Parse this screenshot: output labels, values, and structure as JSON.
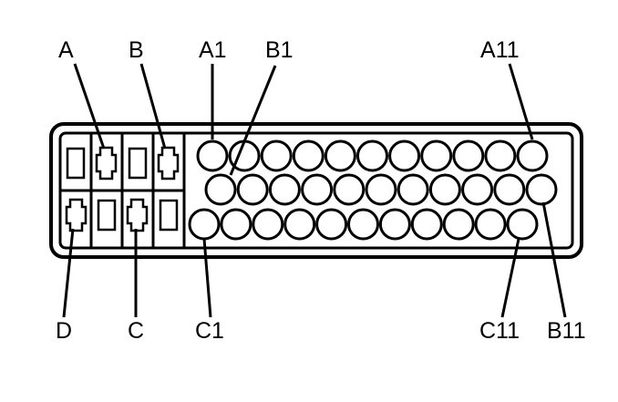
{
  "labels": {
    "A": "A",
    "B": "B",
    "A1": "A1",
    "B1": "B1",
    "A11": "A11",
    "D": "D",
    "C": "C",
    "C1": "C1",
    "C11": "C11",
    "B11": "B11"
  }
}
